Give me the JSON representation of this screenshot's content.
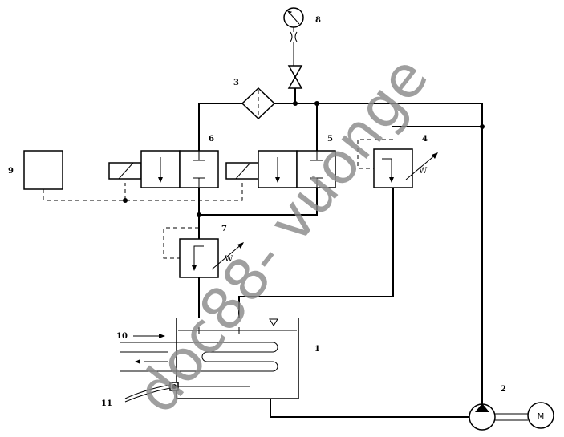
{
  "labels": {
    "tank": "1",
    "pump": "2",
    "filter": "3",
    "relief_valve": "4",
    "valve_5": "5",
    "valve_6": "6",
    "relief_valve_7": "7",
    "gauge": "8",
    "controller": "9",
    "inlet": "10",
    "sensor": "11"
  },
  "motor_label": "M",
  "spring_labels": {
    "valve_4": "W",
    "valve_7": "W"
  },
  "watermark": "doc88- vuonge",
  "colors": {
    "line": "#000000",
    "watermark": "#8a8a8a",
    "background": "#ffffff"
  }
}
